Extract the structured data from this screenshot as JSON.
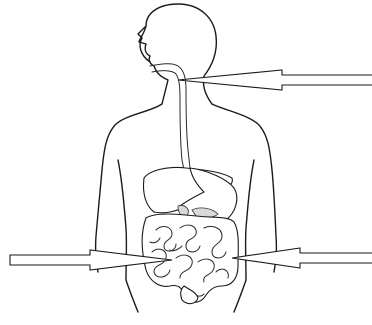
{
  "diagram": {
    "subject": "digestive-system",
    "arrows": [
      "pointer-esophagus",
      "pointer-small-intestine-left",
      "pointer-small-intestine-right"
    ]
  }
}
